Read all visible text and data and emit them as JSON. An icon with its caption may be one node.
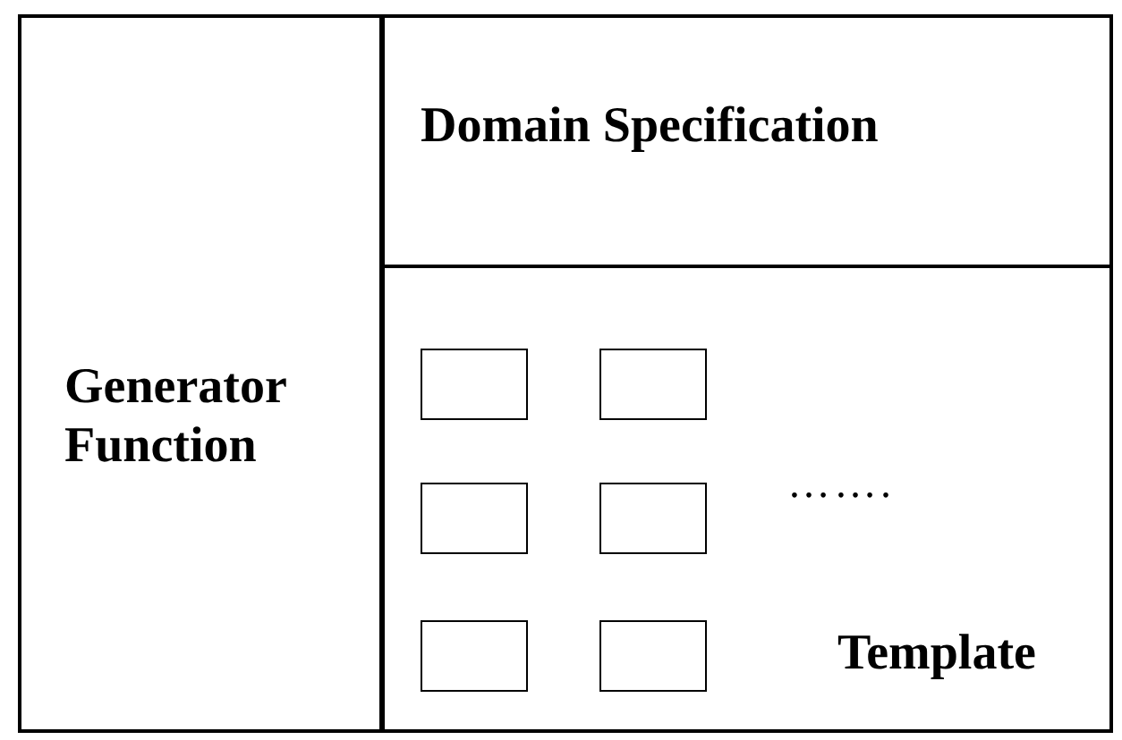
{
  "diagram": {
    "nodes": [
      {
        "text": [
          "Generator Function"
        ]
      },
      {
        "text": [
          "Domain Specification"
        ]
      },
      {
        "text": [
          "Template"
        ]
      },
      {
        "text": [],
        "shape": "box",
        "in": 2
      },
      {
        "text": [],
        "shape": "box",
        "in": 2
      },
      {
        "text": [],
        "shape": "box",
        "in": 2
      },
      {
        "text": [],
        "shape": "box",
        "in": 2
      },
      {
        "text": [],
        "shape": "box",
        "in": 2
      },
      {
        "text": [],
        "shape": "box",
        "in": 2
      }
    ],
    "labels": [
      "……."
    ]
  }
}
